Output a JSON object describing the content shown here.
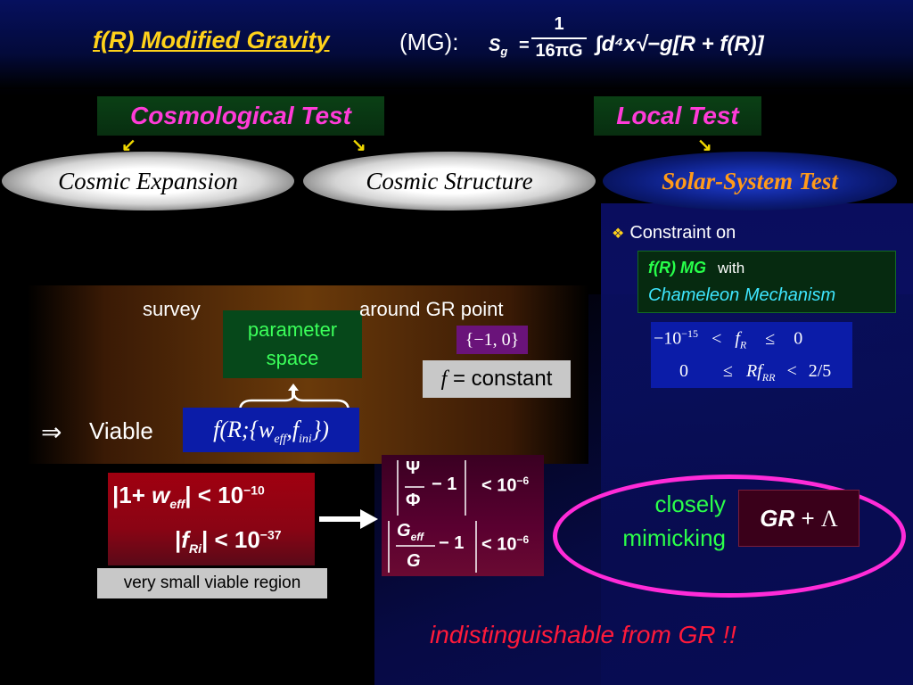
{
  "header": {
    "title_main": "f(R) Modified Gravity",
    "title_sub": "(MG):",
    "action_lhs": "S",
    "action_lhs_sub": "g",
    "action_eq": "=",
    "action_num": "1",
    "action_den": "16πG",
    "action_integrand": "∫d⁴x√−g[R + f(R)]"
  },
  "tests": {
    "cosmological": "Cosmological Test",
    "local": "Local Test"
  },
  "ellipses": {
    "expansion": "Cosmic Expansion",
    "structure": "Cosmic Structure",
    "solar": "Solar-System Test"
  },
  "constraint": {
    "bullet": "❖",
    "text": "Constraint on",
    "fr_mg": "f(R) MG",
    "with": "with",
    "chameleon": "Chameleon Mechanism",
    "ineq1": "−10⁻¹⁵ <   f_R   ≤   0",
    "ineq1_a": "−10",
    "ineq1_exp": "−15",
    "ineq1_b": "<",
    "ineq1_c": "f",
    "ineq1_c_sub": "R",
    "ineq1_d": "≤",
    "ineq1_e": "0",
    "ineq2_a": "0",
    "ineq2_b": "≤",
    "ineq2_c": "Rf",
    "ineq2_c_sub": "RR",
    "ineq2_d": "<",
    "ineq2_e": "2/5"
  },
  "survey": {
    "survey": "survey",
    "param_line1": "parameter",
    "param_line2": "space",
    "around": "around GR point",
    "gr_point": "{−1, 0}",
    "fconst_f": "f",
    "fconst_rest": " = constant",
    "implies": "⇒",
    "viable": "Viable",
    "viable_expr": "f(R;{w_eff , f_ini})",
    "v_f": "f",
    "v_R": "R",
    "v_w": "w",
    "v_w_sub": "eff",
    "v_fi": "f",
    "v_fi_sub": "ini"
  },
  "constraints_red": {
    "line1_a": "|1+ ",
    "line1_w": "w",
    "line1_sub": "eff",
    "line1_b": "| < 10",
    "line1_exp": "−10",
    "line2_a": "|",
    "line2_f": "f",
    "line2_sub": "Ri",
    "line2_b": "| < 10",
    "line2_exp": "−37",
    "note": "very small viable region"
  },
  "ratio": {
    "psi": "Ψ",
    "phi": "Φ",
    "minus1": "− 1",
    "lt": "< 10",
    "exp": "−6",
    "geff": "G",
    "geff_sub": "eff",
    "g": "G"
  },
  "mimic": {
    "line1": "closely",
    "line2": "mimicking",
    "gr": "GR",
    "plus": " + ",
    "lambda": "Λ"
  },
  "footer": {
    "text": "indistinguishable from GR !!"
  },
  "colors": {
    "title": "#ffd21a",
    "tests": "#ff3bd8",
    "solar": "#ff9a1a",
    "green_text": "#3bff5a",
    "cyan_text": "#3ee6ff",
    "footer": "#ff1a3a",
    "ring": "#ff2bd8"
  }
}
